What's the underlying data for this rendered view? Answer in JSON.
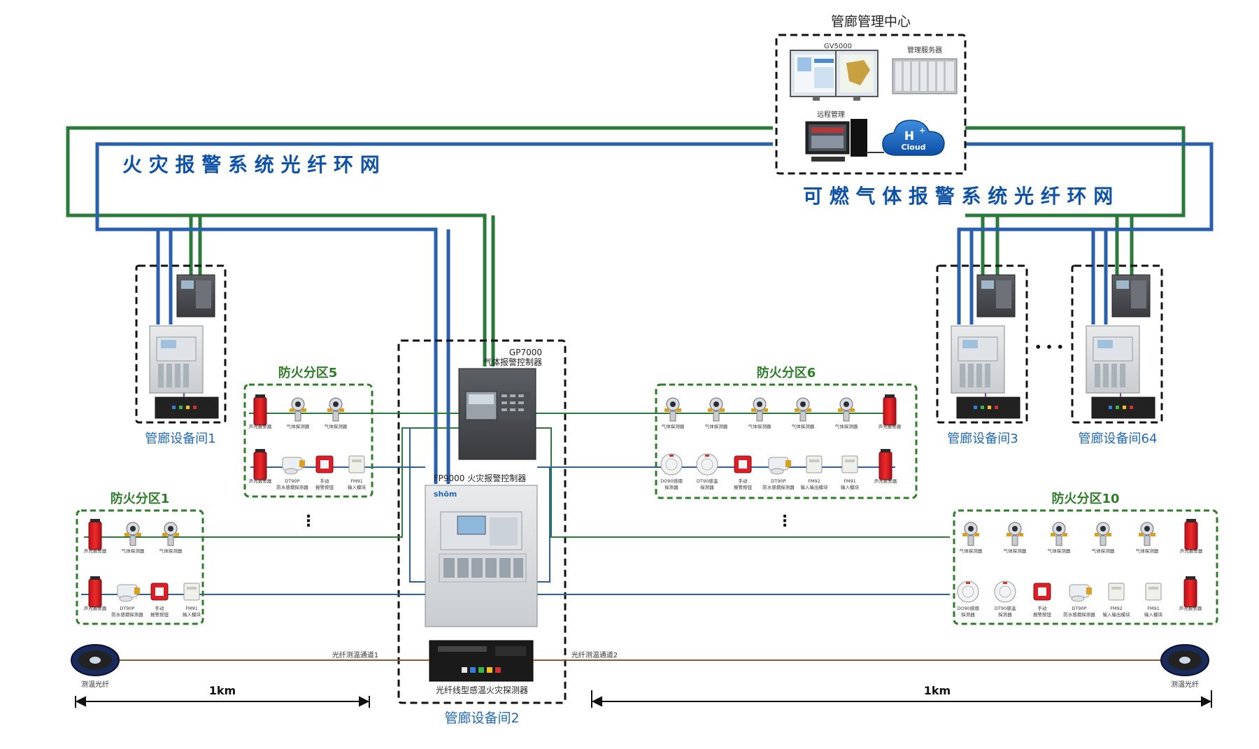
{
  "mgmt": {
    "title": "管廊管理中心",
    "gv_label": "GV5000",
    "server_label": "管理服务器",
    "remote_label": "远程管理",
    "cloud_h": "H",
    "cloud_plus": "+",
    "cloud_label": "Cloud"
  },
  "rings": {
    "fire_ring": "火 灾 报 警 系 统 光 纤 环 网",
    "gas_ring": "可 燃 气 体 报 警 系 统 光 纤 环 网"
  },
  "rooms": {
    "room1": "管廊设备间1",
    "room2": "管廊设备间2",
    "room3": "管廊设备间3",
    "room64": "管廊设备间64",
    "ellipsis": "• • •"
  },
  "controllers": {
    "gp_model": "GP7000",
    "gp_name": "气体报警控制器",
    "fp_label": "FP9000 火灾报警控制器",
    "brand": "shōm",
    "linear_label": "光纤线型感温火灾探测器"
  },
  "zones": {
    "z1": "防火分区1",
    "z5": "防火分区5",
    "z6": "防火分区6",
    "z10": "防火分区10"
  },
  "devices": {
    "alarm": "声光报警器",
    "gas": "气体探测器",
    "dt90p_1": "DT90P",
    "dt90p_2": "防水感烟探测器",
    "btn_1": "手动",
    "btn_2": "报警按钮",
    "fm91_1": "FM91",
    "fm91_2": "输入模块",
    "fm92_1": "FM92",
    "fm92_2": "输入输出模块",
    "do90_1": "DO90感烟",
    "do90_2": "探测器",
    "dt90_1": "DT90感温",
    "dt90_2": "探测器"
  },
  "fiber": {
    "spool_label": "测温光纤",
    "ch1": "光纤测温通道1",
    "ch2": "光纤测温通道2",
    "dist_left": "1km",
    "dist_right": "1km"
  },
  "colors": {
    "green_line": "#2a7a3b",
    "blue_line": "#2a5fae",
    "zone_border": "#2f7d2a",
    "fiber_line": "#8a5a2b"
  }
}
